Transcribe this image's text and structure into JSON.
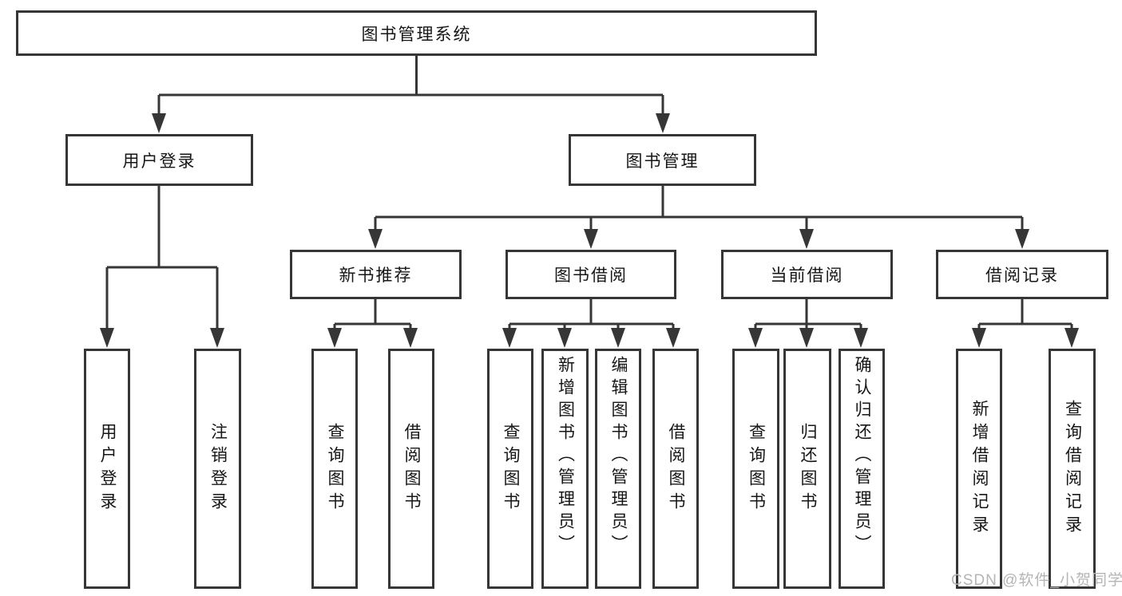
{
  "diagram_title": "图书管理系统",
  "nodes": {
    "root": "图书管理系统",
    "user_login": "用户登录",
    "book_mgmt": "图书管理",
    "new_book_rec": "新书推荐",
    "book_borrow": "图书借阅",
    "current_borrow": "当前借阅",
    "borrow_record": "借阅记录",
    "leaf_user_login": "用户登录",
    "leaf_logout": "注销登录",
    "leaf_query_book_rec": "查询图书",
    "leaf_borrow_book_rec": "借阅图书",
    "leaf_query_book_borrow": "查询图书",
    "leaf_add_book": "新增图书（管理员）",
    "leaf_edit_book": "编辑图书（管理员）",
    "leaf_borrow_book_borrow": "借阅图书",
    "leaf_query_book_current": "查询图书",
    "leaf_return_book": "归还图书",
    "leaf_confirm_return": "确认归还（管理员）",
    "leaf_add_borrow_record": "新增借阅记录",
    "leaf_query_borrow_record": "查询借阅记录"
  },
  "hierarchy": {
    "图书管理系统": {
      "用户登录": [
        "用户登录",
        "注销登录"
      ],
      "图书管理": {
        "新书推荐": [
          "查询图书",
          "借阅图书"
        ],
        "图书借阅": [
          "查询图书",
          "新增图书（管理员）",
          "编辑图书（管理员）",
          "借阅图书"
        ],
        "当前借阅": [
          "查询图书",
          "归还图书",
          "确认归还（管理员）"
        ],
        "借阅记录": [
          "新增借阅记录",
          "查询借阅记录"
        ]
      }
    }
  },
  "watermark": "CSDN @软件_小贺同学",
  "colors": {
    "line": "#363636",
    "box_border": "#363636",
    "text": "#161616",
    "watermark": "#b5b5b5",
    "background": "#ffffff"
  }
}
